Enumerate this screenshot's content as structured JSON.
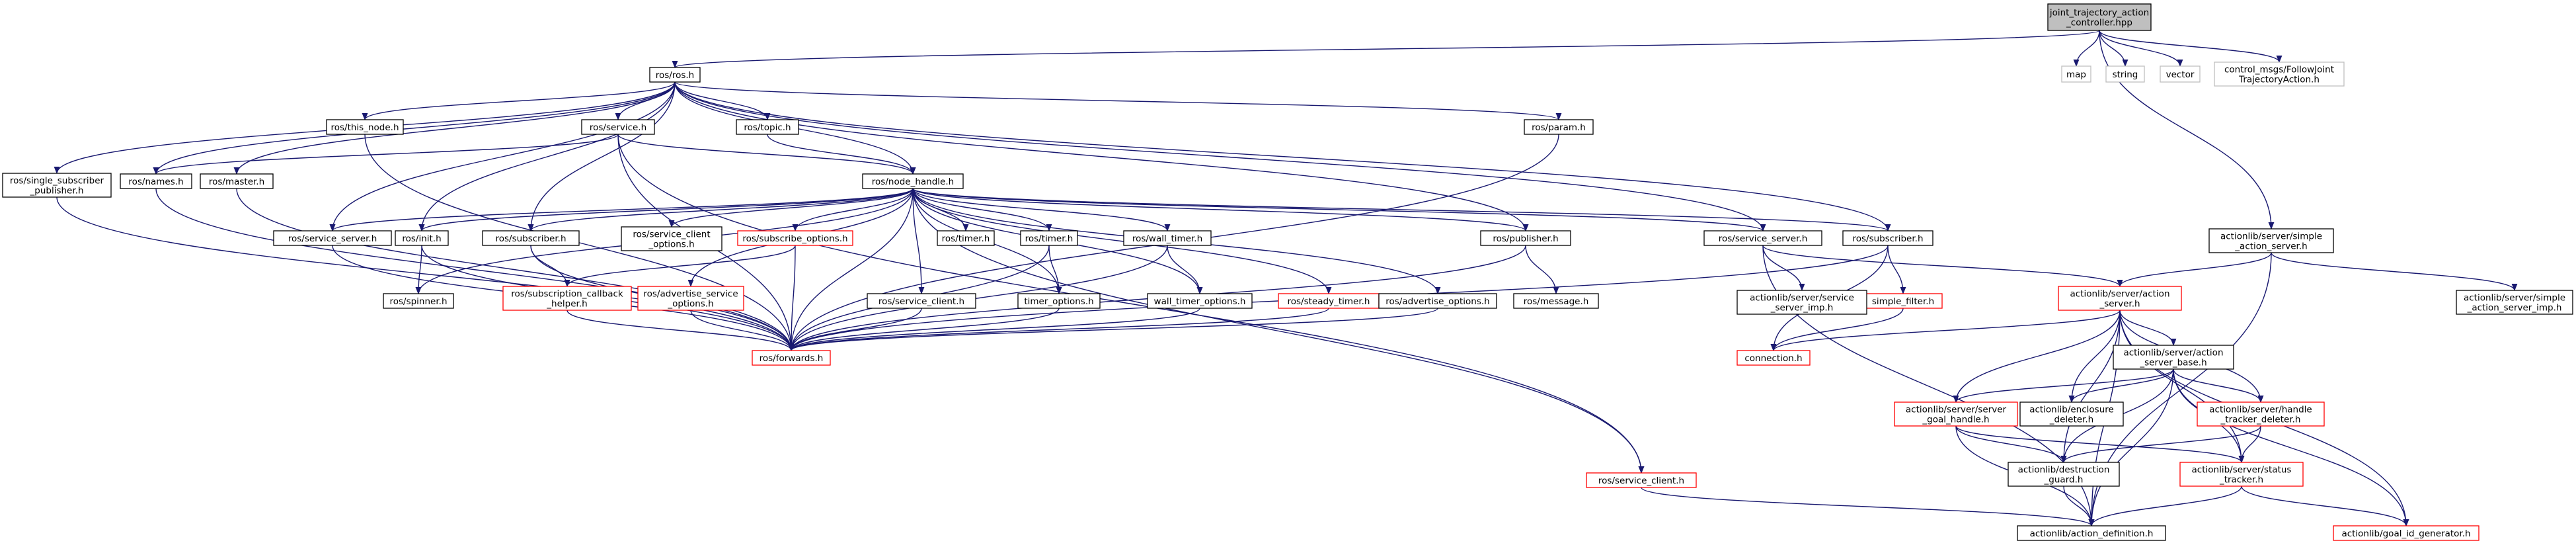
{
  "graph": {
    "nodes": [
      {
        "id": "root",
        "label": "joint_trajectory_action\n_controller.hpp",
        "style": "root"
      },
      {
        "id": "map",
        "label": "map",
        "style": "gray"
      },
      {
        "id": "string",
        "label": "string",
        "style": "gray"
      },
      {
        "id": "vector",
        "label": "vector",
        "style": "gray"
      },
      {
        "id": "control_msgs",
        "label": "control_msgs/FollowJoint\nTrajectoryAction.h",
        "style": "gray"
      },
      {
        "id": "ros_h",
        "label": "ros/ros.h",
        "style": "normal"
      },
      {
        "id": "single_sub",
        "label": "ros/single_subscriber\n_publisher.h",
        "style": "normal"
      },
      {
        "id": "names",
        "label": "ros/names.h",
        "style": "normal"
      },
      {
        "id": "master",
        "label": "ros/master.h",
        "style": "normal"
      },
      {
        "id": "this_node",
        "label": "ros/this_node.h",
        "style": "normal"
      },
      {
        "id": "service",
        "label": "ros/service.h",
        "style": "normal"
      },
      {
        "id": "topic",
        "label": "ros/topic.h",
        "style": "normal"
      },
      {
        "id": "param",
        "label": "ros/param.h",
        "style": "normal"
      },
      {
        "id": "node_handle",
        "label": "ros/node_handle.h",
        "style": "normal"
      },
      {
        "id": "service_server_a",
        "label": "ros/service_server.h",
        "style": "normal"
      },
      {
        "id": "init",
        "label": "ros/init.h",
        "style": "normal"
      },
      {
        "id": "spinner",
        "label": "ros/spinner.h",
        "style": "normal"
      },
      {
        "id": "subscriber_a",
        "label": "ros/subscriber.h",
        "style": "normal"
      },
      {
        "id": "sub_callback_helper",
        "label": "ros/subscription_callback\n_helper.h",
        "style": "red"
      },
      {
        "id": "service_client_options",
        "label": "ros/service_client\n_options.h",
        "style": "normal"
      },
      {
        "id": "advertise_service_options",
        "label": "ros/advertise_service\n_options.h",
        "style": "red"
      },
      {
        "id": "subscribe_options",
        "label": "ros/subscribe_options.h",
        "style": "red"
      },
      {
        "id": "service_client_b",
        "label": "ros/service_client.h",
        "style": "normal"
      },
      {
        "id": "ros_timer_h",
        "label": "ros/timer.h",
        "style": "normal"
      },
      {
        "id": "timer_h",
        "label": "ros/timer.h",
        "style": "normal"
      },
      {
        "id": "timer_options",
        "label": "timer_options.h",
        "style": "normal"
      },
      {
        "id": "wall_timer",
        "label": "ros/wall_timer.h",
        "style": "normal"
      },
      {
        "id": "wall_timer_options",
        "label": "wall_timer_options.h",
        "style": "normal"
      },
      {
        "id": "steady_timer",
        "label": "ros/steady_timer.h",
        "style": "red"
      },
      {
        "id": "advertise_options",
        "label": "ros/advertise_options.h",
        "style": "normal"
      },
      {
        "id": "publisher",
        "label": "ros/publisher.h",
        "style": "normal"
      },
      {
        "id": "message",
        "label": "ros/message.h",
        "style": "normal"
      },
      {
        "id": "forwards",
        "label": "ros/forwards.h",
        "style": "red"
      },
      {
        "id": "service_server_b",
        "label": "ros/service_server.h",
        "style": "normal"
      },
      {
        "id": "subscriber_b",
        "label": "ros/subscriber.h",
        "style": "normal"
      },
      {
        "id": "simple_filter",
        "label": "simple_filter.h",
        "style": "red"
      },
      {
        "id": "connection",
        "label": "connection.h",
        "style": "red"
      },
      {
        "id": "service_server_imp",
        "label": "actionlib/server/service\n_server_imp.h",
        "style": "normal"
      },
      {
        "id": "service_client_c",
        "label": "ros/service_client.h",
        "style": "red"
      },
      {
        "id": "simple_action_server",
        "label": "actionlib/server/simple\n_action_server.h",
        "style": "normal"
      },
      {
        "id": "simple_action_server_imp",
        "label": "actionlib/server/simple\n_action_server_imp.h",
        "style": "normal"
      },
      {
        "id": "action_server",
        "label": "actionlib/server/action\n_server.h",
        "style": "red"
      },
      {
        "id": "action_server_base",
        "label": "actionlib/server/action\n_server_base.h",
        "style": "normal"
      },
      {
        "id": "server_goal_handle",
        "label": "actionlib/server/server\n_goal_handle.h",
        "style": "red"
      },
      {
        "id": "enclosure_deleter",
        "label": "actionlib/enclosure\n_deleter.h",
        "style": "normal"
      },
      {
        "id": "handle_tracker_deleter",
        "label": "actionlib/server/handle\n_tracker_deleter.h",
        "style": "red"
      },
      {
        "id": "destruction_guard",
        "label": "actionlib/destruction\n_guard.h",
        "style": "normal"
      },
      {
        "id": "status_tracker",
        "label": "actionlib/server/status\n_tracker.h",
        "style": "red"
      },
      {
        "id": "action_definition",
        "label": "actionlib/action_definition.h",
        "style": "normal"
      },
      {
        "id": "goal_id_generator",
        "label": "actionlib/goal_id_generator.h",
        "style": "red"
      }
    ],
    "edges": [
      [
        "root",
        "map"
      ],
      [
        "root",
        "string"
      ],
      [
        "root",
        "vector"
      ],
      [
        "root",
        "control_msgs"
      ],
      [
        "root",
        "ros_h"
      ],
      [
        "root",
        "simple_action_server"
      ],
      [
        "ros_h",
        "single_sub"
      ],
      [
        "ros_h",
        "names"
      ],
      [
        "ros_h",
        "master"
      ],
      [
        "ros_h",
        "this_node"
      ],
      [
        "ros_h",
        "service"
      ],
      [
        "ros_h",
        "topic"
      ],
      [
        "ros_h",
        "param"
      ],
      [
        "ros_h",
        "node_handle"
      ],
      [
        "ros_h",
        "service_server_a"
      ],
      [
        "ros_h",
        "init"
      ],
      [
        "ros_h",
        "subscriber_a"
      ],
      [
        "ros_h",
        "publisher"
      ],
      [
        "ros_h",
        "service_server_b"
      ],
      [
        "ros_h",
        "subscriber_b"
      ],
      [
        "single_sub",
        "forwards"
      ],
      [
        "names",
        "forwards"
      ],
      [
        "master",
        "forwards"
      ],
      [
        "this_node",
        "forwards"
      ],
      [
        "param",
        "forwards"
      ],
      [
        "service",
        "names"
      ],
      [
        "service",
        "node_handle"
      ],
      [
        "service",
        "forwards"
      ],
      [
        "service",
        "service_client_c"
      ],
      [
        "topic",
        "node_handle"
      ],
      [
        "node_handle",
        "service_server_a"
      ],
      [
        "node_handle",
        "init"
      ],
      [
        "node_handle",
        "spinner"
      ],
      [
        "node_handle",
        "subscriber_a"
      ],
      [
        "node_handle",
        "service_client_options"
      ],
      [
        "node_handle",
        "advertise_service_options"
      ],
      [
        "node_handle",
        "subscribe_options"
      ],
      [
        "node_handle",
        "service_client_b"
      ],
      [
        "node_handle",
        "ros_timer_h"
      ],
      [
        "node_handle",
        "timer_h"
      ],
      [
        "node_handle",
        "timer_options"
      ],
      [
        "node_handle",
        "wall_timer"
      ],
      [
        "node_handle",
        "wall_timer_options"
      ],
      [
        "node_handle",
        "steady_timer"
      ],
      [
        "node_handle",
        "advertise_options"
      ],
      [
        "node_handle",
        "publisher"
      ],
      [
        "node_handle",
        "service_server_b"
      ],
      [
        "node_handle",
        "subscriber_b"
      ],
      [
        "node_handle",
        "forwards"
      ],
      [
        "node_handle",
        "service_client_c"
      ],
      [
        "service_server_a",
        "forwards"
      ],
      [
        "init",
        "forwards"
      ],
      [
        "init",
        "spinner"
      ],
      [
        "subscriber_a",
        "sub_callback_helper"
      ],
      [
        "subscriber_a",
        "forwards"
      ],
      [
        "sub_callback_helper",
        "forwards"
      ],
      [
        "advertise_service_options",
        "forwards"
      ],
      [
        "subscribe_options",
        "forwards"
      ],
      [
        "subscribe_options",
        "sub_callback_helper"
      ],
      [
        "service_client_b",
        "forwards"
      ],
      [
        "timer_h",
        "forwards"
      ],
      [
        "timer_h",
        "timer_options"
      ],
      [
        "timer_options",
        "forwards"
      ],
      [
        "wall_timer",
        "forwards"
      ],
      [
        "wall_timer",
        "wall_timer_options"
      ],
      [
        "wall_timer_options",
        "forwards"
      ],
      [
        "steady_timer",
        "forwards"
      ],
      [
        "advertise_options",
        "forwards"
      ],
      [
        "publisher",
        "forwards"
      ],
      [
        "publisher",
        "message"
      ],
      [
        "service_server_b",
        "service_server_imp"
      ],
      [
        "service_server_b",
        "action_server"
      ],
      [
        "service_server_b",
        "action_definition"
      ],
      [
        "subscriber_b",
        "forwards"
      ],
      [
        "subscriber_b",
        "simple_filter"
      ],
      [
        "subscriber_b",
        "connection"
      ],
      [
        "simple_filter",
        "connection"
      ],
      [
        "service_client_c",
        "action_definition"
      ],
      [
        "simple_action_server",
        "action_server"
      ],
      [
        "simple_action_server",
        "simple_action_server_imp"
      ],
      [
        "simple_action_server",
        "action_definition"
      ],
      [
        "action_server",
        "connection"
      ],
      [
        "action_server",
        "action_server_base"
      ],
      [
        "action_server",
        "server_goal_handle"
      ],
      [
        "action_server",
        "enclosure_deleter"
      ],
      [
        "action_server",
        "handle_tracker_deleter"
      ],
      [
        "action_server",
        "destruction_guard"
      ],
      [
        "action_server",
        "status_tracker"
      ],
      [
        "action_server",
        "action_definition"
      ],
      [
        "action_server",
        "goal_id_generator"
      ],
      [
        "action_server_base",
        "server_goal_handle"
      ],
      [
        "action_server_base",
        "enclosure_deleter"
      ],
      [
        "action_server_base",
        "handle_tracker_deleter"
      ],
      [
        "action_server_base",
        "destruction_guard"
      ],
      [
        "action_server_base",
        "status_tracker"
      ],
      [
        "action_server_base",
        "action_definition"
      ],
      [
        "action_server_base",
        "goal_id_generator"
      ],
      [
        "server_goal_handle",
        "destruction_guard"
      ],
      [
        "server_goal_handle",
        "status_tracker"
      ],
      [
        "server_goal_handle",
        "action_definition"
      ],
      [
        "handle_tracker_deleter",
        "destruction_guard"
      ],
      [
        "handle_tracker_deleter",
        "status_tracker"
      ],
      [
        "destruction_guard",
        "action_definition"
      ],
      [
        "status_tracker",
        "action_definition"
      ],
      [
        "status_tracker",
        "goal_id_generator"
      ]
    ]
  }
}
